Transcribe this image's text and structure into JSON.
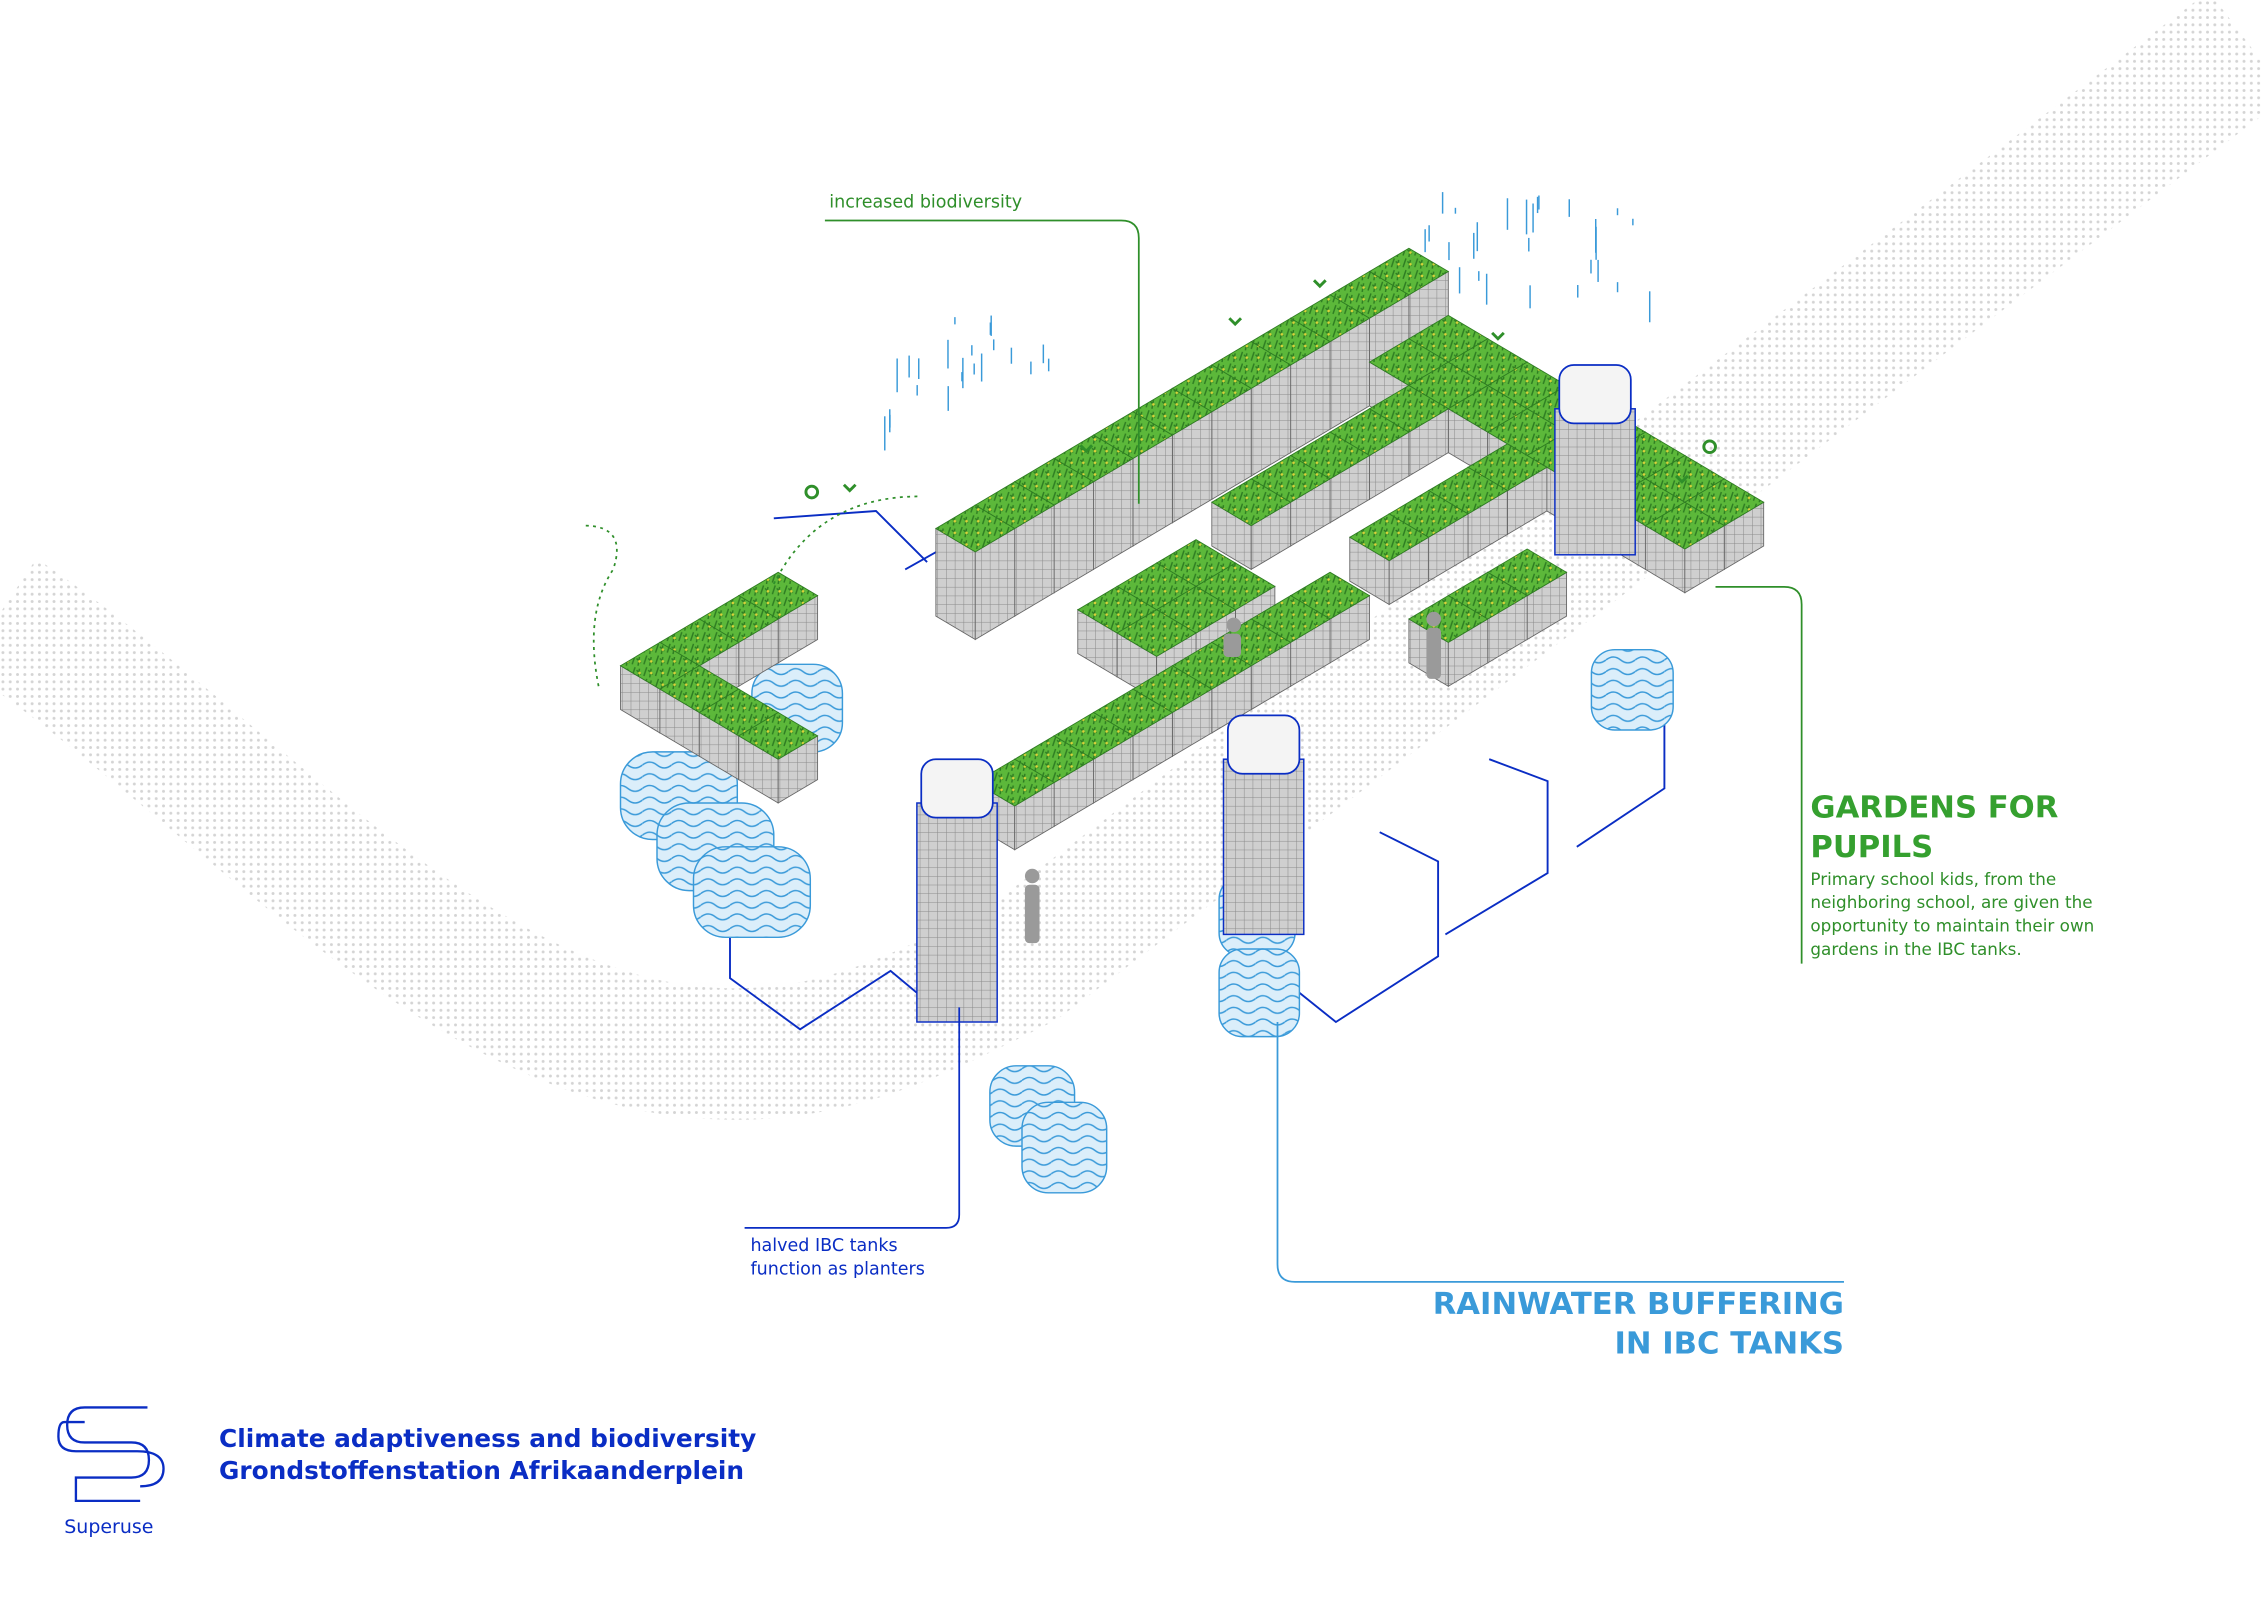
{
  "annotations": {
    "biodiversity": "increased biodiversity",
    "planters": [
      "halved IBC tanks",
      "function as planters"
    ],
    "gardens": {
      "heading": [
        "GARDENS FOR",
        "PUPILS"
      ],
      "body": [
        "Primary school kids, from the",
        "neighboring school, are given the",
        "opportunity to maintain their own",
        "gardens in the IBC tanks."
      ]
    },
    "rainwater": [
      "RAINWATER BUFFERING",
      "IN IBC TANKS"
    ]
  },
  "footer": {
    "brand": "Superuse",
    "title": [
      "Climate adaptiveness and biodiversity",
      "Grondstoffenstation Afrikaanderplein"
    ]
  },
  "colors": {
    "green": "#35a02f",
    "blue": "#0a2dc4",
    "light_blue": "#3a9ad9"
  }
}
